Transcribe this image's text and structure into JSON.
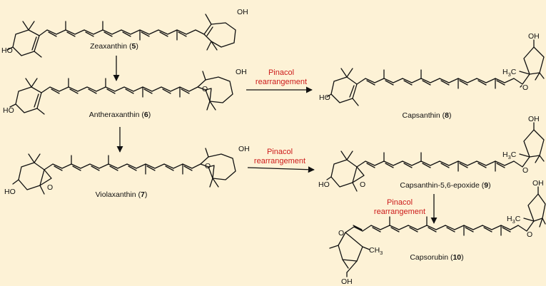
{
  "compounds": [
    {
      "name": "Zeaxanthin",
      "number": "5"
    },
    {
      "name": "Antheraxanthin",
      "number": "6"
    },
    {
      "name": "Violaxanthin",
      "number": "7"
    },
    {
      "name": "Capsanthin",
      "number": "8"
    },
    {
      "name": "Capsanthin-5,6-epoxide",
      "number": "9"
    },
    {
      "name": "Capsorubin",
      "number": "10"
    }
  ],
  "reaction": {
    "line1": "Pinacol",
    "line2": "rearrangement"
  },
  "atoms": {
    "oh": "OH",
    "ho": "HO",
    "o": "O",
    "h3c": "H",
    "ch3": "CH",
    "three": "3"
  },
  "colors": {
    "background": "#fdf2d6",
    "reaction_text": "#cc1a1a",
    "structure": "#111111"
  }
}
